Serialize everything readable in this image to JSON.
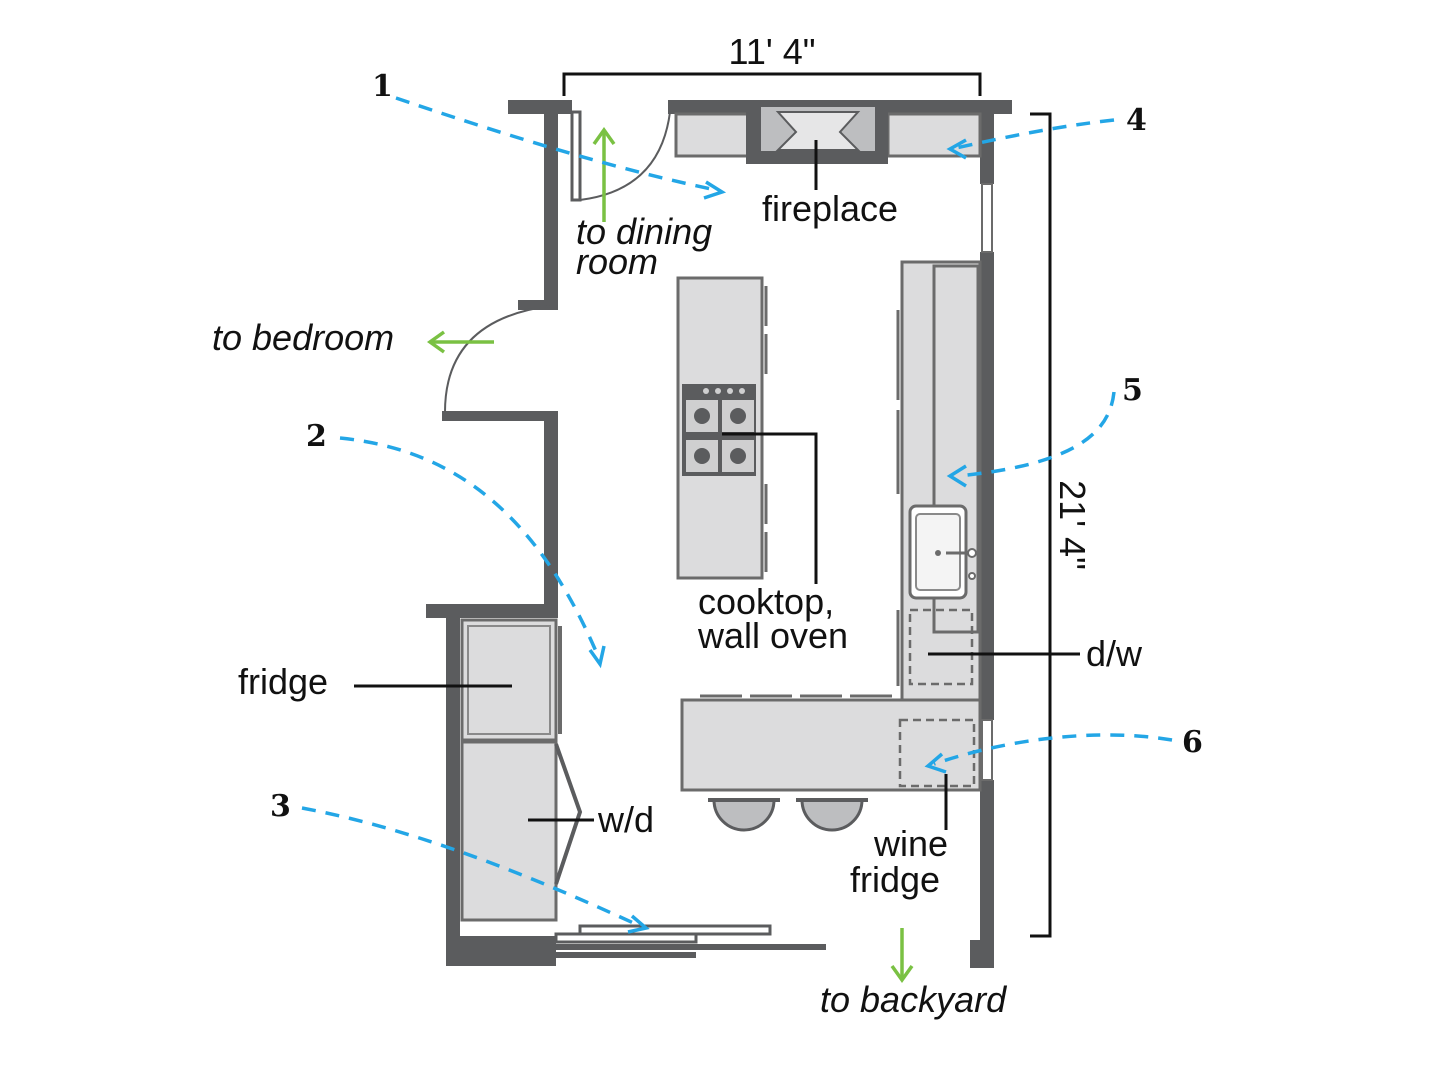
{
  "plan": {
    "dimension_width": "11' 4\"",
    "dimension_length": "21' 4\""
  },
  "labels": {
    "fireplace": "fireplace",
    "dining_line1": "to dining",
    "dining_line2": "room",
    "bedroom": "to bedroom",
    "cooktop_line1": "cooktop,",
    "cooktop_line2": "wall oven",
    "fridge": "fridge",
    "wd": "w/d",
    "dw": "d/w",
    "wine_line1": "wine",
    "wine_line2": "fridge",
    "backyard": "to backyard"
  },
  "viewpoints": [
    "1",
    "2",
    "3",
    "4",
    "5",
    "6"
  ],
  "colors": {
    "wall": "#5b5c5e",
    "cabinet": "#dcdcdd",
    "viewpoint_arrow": "#23a6e6",
    "direction_arrow": "#7ac143",
    "text": "#111111"
  }
}
